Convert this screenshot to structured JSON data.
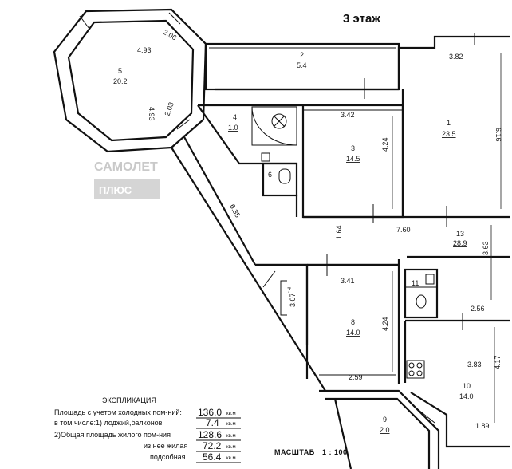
{
  "floor_title": "3 этаж",
  "watermark": {
    "line1": "САМОЛЕТ",
    "line2": "ПЛЮС"
  },
  "rooms": [
    {
      "id": "room-1",
      "number": "1",
      "area": "23.5"
    },
    {
      "id": "room-2",
      "number": "2",
      "area": "5.4"
    },
    {
      "id": "room-3",
      "number": "3",
      "area": "14.5"
    },
    {
      "id": "room-4",
      "number": "4",
      "area": "1.0"
    },
    {
      "id": "room-5",
      "number": "5",
      "area": "20.2"
    },
    {
      "id": "room-6",
      "number": "6",
      "area": ""
    },
    {
      "id": "room-7",
      "number": "7",
      "area": ""
    },
    {
      "id": "room-8",
      "number": "8",
      "area": "14.0"
    },
    {
      "id": "room-9",
      "number": "9",
      "area": "2.0"
    },
    {
      "id": "room-10",
      "number": "10",
      "area": "14.0"
    },
    {
      "id": "room-11",
      "number": "11",
      "area": ""
    },
    {
      "id": "room-13",
      "number": "13",
      "area": "28.9"
    }
  ],
  "dimensions": [
    "2.06",
    "4.93",
    "4.93",
    "2.03",
    "3.82",
    "6.16",
    "3.42",
    "4.24",
    "6.35",
    "7.60",
    "1.64",
    "3.63",
    "3.41",
    "3.07",
    "4.24",
    "2.56",
    "3.83",
    "4.17",
    "2.59",
    "1.89"
  ],
  "explication": {
    "title": "ЭКСПЛИКАЦИЯ",
    "rows": [
      {
        "label": "Площадь с учетом холодных пом-ний:",
        "value": "136.0",
        "unit": "кв.м"
      },
      {
        "label": "в том числе:1) лоджий,балконов",
        "value": "7.4",
        "unit": "кв.м"
      },
      {
        "label": "2)Общая площадь жилого пом-ния",
        "value": "128.6",
        "unit": "кв.м"
      },
      {
        "label": "из нее жилая",
        "value": "72.2",
        "unit": "кв.м"
      },
      {
        "label": "подсобная",
        "value": "56.4",
        "unit": "кв.м"
      }
    ]
  },
  "scale": {
    "label": "МАСШТАБ",
    "value": "1 : 100"
  }
}
